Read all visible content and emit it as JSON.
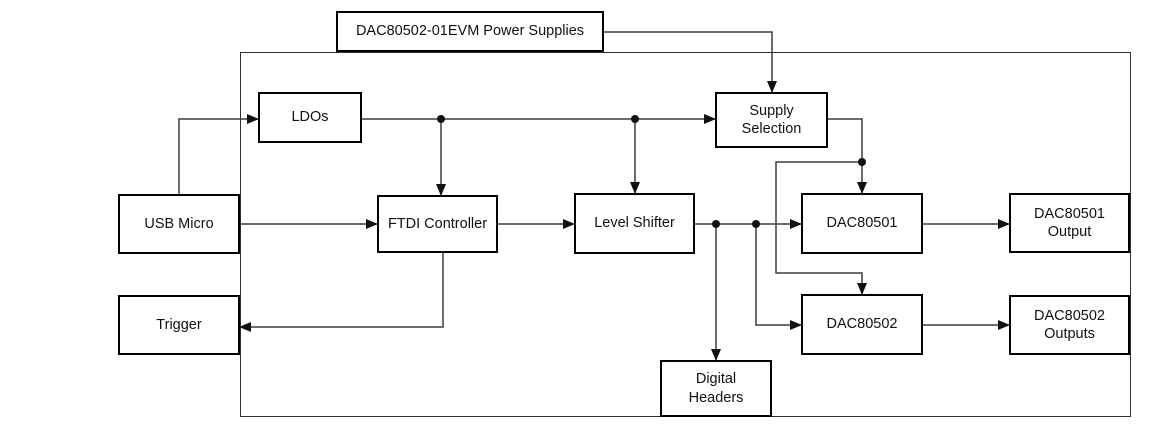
{
  "diagram": {
    "title": "DAC80502-01EVM Power Supplies",
    "blocks": {
      "title_box": "DAC80502-01EVM Power Supplies",
      "ldos": "LDOs",
      "usb_micro": "USB Micro",
      "trigger": "Trigger",
      "ftdi": "FTDI Controller",
      "level_shifter": "Level Shifter",
      "supply_selection": "Supply\nSelection",
      "dac80501": "DAC80501",
      "dac80502": "DAC80502",
      "dac80501_output": "DAC80501\nOutput",
      "dac80502_outputs": "DAC80502\nOutputs",
      "digital_headers": "Digital\nHeaders"
    },
    "connections": [
      {
        "from": "USB Micro",
        "to": "LDOs"
      },
      {
        "from": "LDOs",
        "to": "Supply Selection"
      },
      {
        "from": "LDOs",
        "to": "FTDI Controller"
      },
      {
        "from": "LDOs",
        "to": "Level Shifter"
      },
      {
        "from": "USB Micro",
        "to": "FTDI Controller"
      },
      {
        "from": "FTDI Controller",
        "to": "Level Shifter"
      },
      {
        "from": "FTDI Controller",
        "to": "Trigger"
      },
      {
        "from": "Level Shifter",
        "to": "DAC80501"
      },
      {
        "from": "Level Shifter",
        "to": "Digital Headers"
      },
      {
        "from": "Level Shifter",
        "to": "DAC80502"
      },
      {
        "from": "DAC80502-01EVM Power Supplies",
        "to": "Supply Selection"
      },
      {
        "from": "Supply Selection",
        "to": "DAC80501"
      },
      {
        "from": "Supply Selection",
        "to": "DAC80502"
      },
      {
        "from": "DAC80501",
        "to": "DAC80501 Output"
      },
      {
        "from": "DAC80502",
        "to": "DAC80502 Outputs"
      }
    ],
    "colors": {
      "background": "#ffffff",
      "box_border": "#000000",
      "wire": "#3d3d3d",
      "text": "#111111"
    }
  }
}
